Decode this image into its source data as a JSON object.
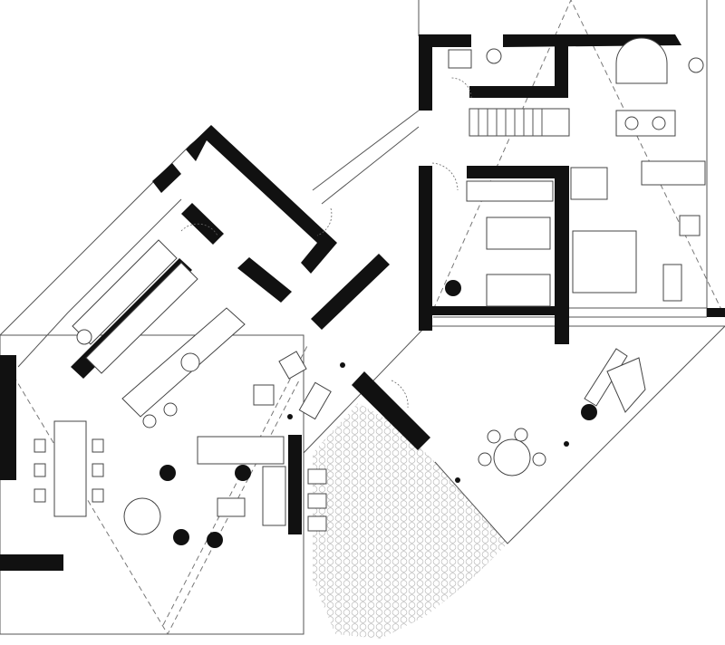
{
  "plan": {
    "type": "architectural-floor-plan",
    "colors": {
      "wall": "#111111",
      "background": "#ffffff",
      "line": "#555555",
      "paving": "#bbbbbb"
    },
    "icons": [
      "person-figure",
      "door-swing",
      "bed",
      "table",
      "chair",
      "sofa",
      "paving-pattern"
    ]
  }
}
